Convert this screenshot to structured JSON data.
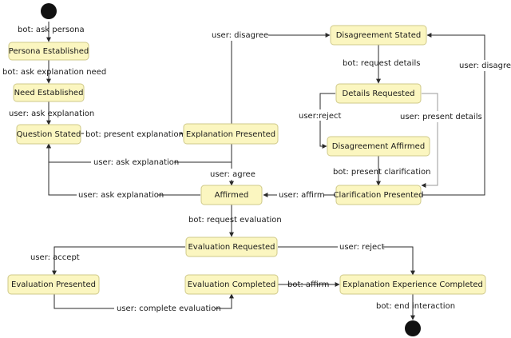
{
  "states": {
    "persona_established": "Persona Established",
    "need_established": "Need Established",
    "question_stated": "Question Stated",
    "explanation_presented": "Explanation Presented",
    "affirmed": "Affirmed",
    "disagreement_stated": "Disagreement Stated",
    "details_requested": "Details Requested",
    "disagreement_affirmed": "Disagreement Affirmed",
    "clarification_presented": "Clarification Presented",
    "evaluation_requested": "Evaluation Requested",
    "evaluation_presented": "Evaluation Presented",
    "evaluation_completed": "Evaluation Completed",
    "explanation_experience_completed": "Explanation Experience Completed"
  },
  "transitions": {
    "start_to_persona": "bot: ask persona",
    "persona_to_need": "bot: ask explanation need",
    "need_to_question": "user: ask explanation",
    "question_to_explanation": "bot: present explanation",
    "explanation_to_question": "user: ask explanation",
    "explanation_to_disagreement": "user: disagree",
    "explanation_to_affirmed": "user: agree",
    "affirmed_to_question": "user: ask explanation",
    "disagreement_to_details": "bot: request details",
    "details_to_disagreement_affirmed": "user:reject",
    "details_to_clarification": "user: present details",
    "disagreement_affirmed_to_clarification": "bot: present clarification",
    "clarification_to_affirmed": "user: affirm",
    "clarification_to_disagreement": "user: disagree",
    "affirmed_to_evaluation": "bot: request evaluation",
    "evaluation_to_presented": "user: accept",
    "evaluation_to_experience": "user: reject",
    "presented_to_completed": "user: complete evaluation",
    "completed_to_experience": "bot: affirm",
    "experience_to_end": "bot: end interaction"
  },
  "colors": {
    "state_fill": "#fbf6c0",
    "state_border": "#cfc98a",
    "edge": "#2a2a2a",
    "node": "#111111"
  }
}
